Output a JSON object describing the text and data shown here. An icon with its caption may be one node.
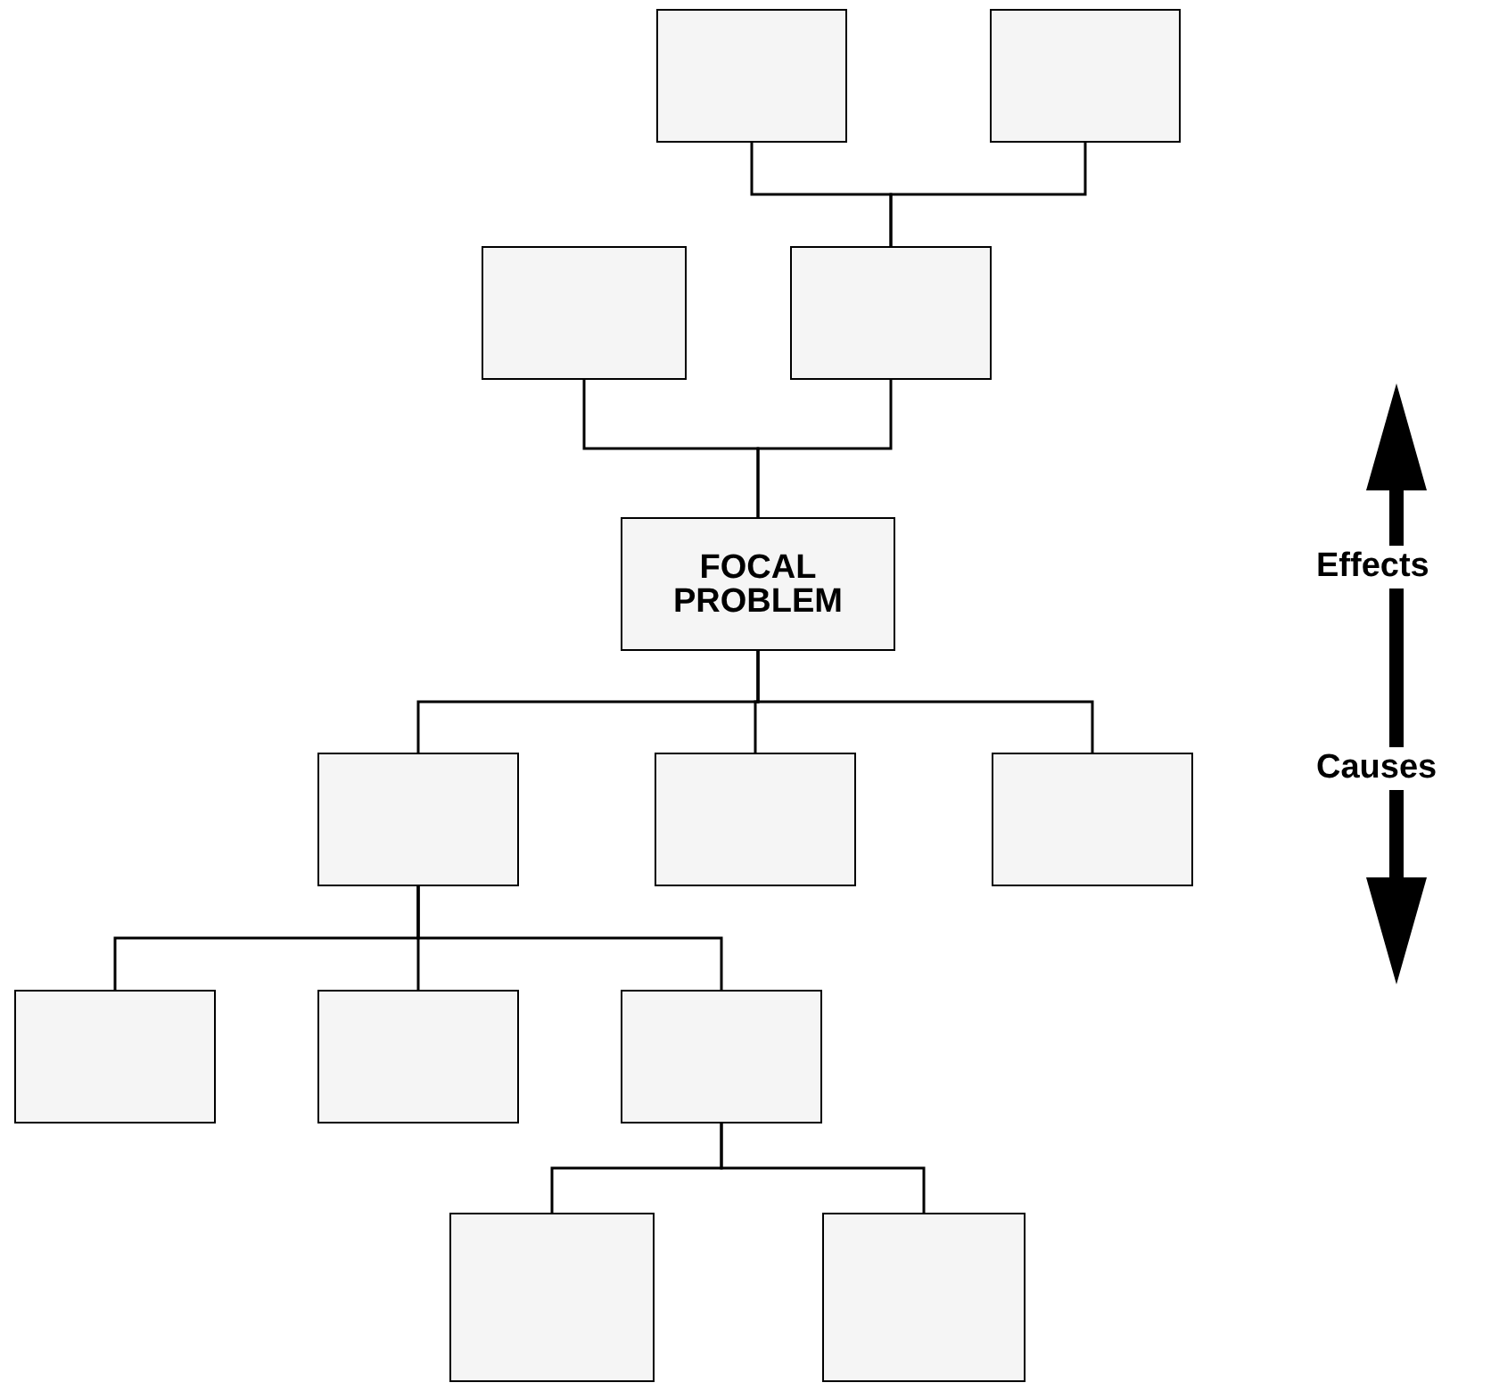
{
  "diagram": {
    "nodes": [
      {
        "text": [],
        "shape": "box"
      },
      {
        "text": [],
        "shape": "box"
      },
      {
        "text": [],
        "shape": "box"
      },
      {
        "text": [],
        "shape": "box"
      },
      {
        "text": [
          "FOCAL PROBLEM"
        ]
      },
      {
        "text": [],
        "shape": "box"
      },
      {
        "text": [],
        "shape": "box"
      },
      {
        "text": [],
        "shape": "box"
      },
      {
        "text": [],
        "shape": "box"
      },
      {
        "text": [],
        "shape": "box"
      },
      {
        "text": [],
        "shape": "box"
      },
      {
        "text": [],
        "shape": "box"
      },
      {
        "text": [],
        "shape": "box"
      }
    ],
    "edges": [
      {
        "from": 0,
        "to": 3,
        "arrow": "none"
      },
      {
        "from": 1,
        "to": 3,
        "arrow": "none"
      },
      {
        "from": 2,
        "to": 4,
        "arrow": "none"
      },
      {
        "from": 3,
        "to": 4,
        "arrow": "none"
      },
      {
        "from": 4,
        "to": 5,
        "arrow": "none"
      },
      {
        "from": 4,
        "to": 6,
        "arrow": "none"
      },
      {
        "from": 4,
        "to": 7,
        "arrow": "none"
      },
      {
        "from": 5,
        "to": 8,
        "arrow": "none"
      },
      {
        "from": 5,
        "to": 9,
        "arrow": "none"
      },
      {
        "from": 5,
        "to": 10,
        "arrow": "none"
      },
      {
        "from": 10,
        "to": 11,
        "arrow": "none"
      },
      {
        "from": 10,
        "to": 12,
        "arrow": "none"
      }
    ],
    "labels": [
      "Effects",
      "Causes"
    ]
  }
}
